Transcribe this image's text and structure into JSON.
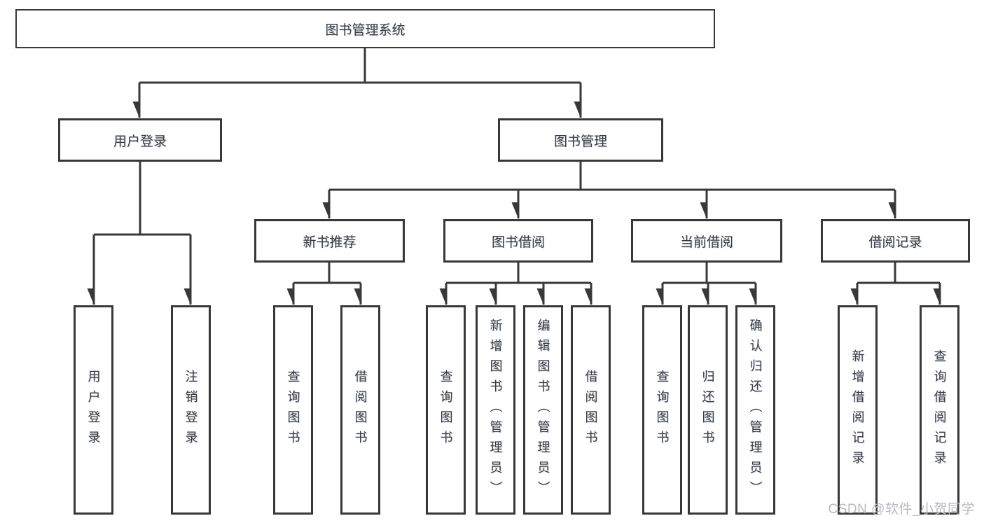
{
  "diagram": {
    "tree": {
      "label": "图书管理系统",
      "children": [
        {
          "label": "用户登录",
          "children": [
            {
              "label": "用户登录"
            },
            {
              "label": "注销登录"
            }
          ]
        },
        {
          "label": "图书管理",
          "children": [
            {
              "label": "新书推荐",
              "children": [
                {
                  "label": "查询图书"
                },
                {
                  "label": "借阅图书"
                }
              ]
            },
            {
              "label": "图书借阅",
              "children": [
                {
                  "label": "查询图书"
                },
                {
                  "label": "新增图书（管理员）"
                },
                {
                  "label": "编辑图书（管理员）"
                },
                {
                  "label": "借阅图书"
                }
              ]
            },
            {
              "label": "当前借阅",
              "children": [
                {
                  "label": "查询图书"
                },
                {
                  "label": "归还图书"
                },
                {
                  "label": "确认归还（管理员）"
                }
              ]
            },
            {
              "label": "借阅记录",
              "children": [
                {
                  "label": "新增借阅记录"
                },
                {
                  "label": "查询借阅记录"
                }
              ]
            }
          ]
        }
      ]
    }
  },
  "watermark": {
    "text": "CSDN @软件_小贺同学"
  },
  "colors": {
    "line": "#383838",
    "text": "#3a3a3a",
    "watermark": "#b6bac1",
    "background": "#ffffff"
  }
}
